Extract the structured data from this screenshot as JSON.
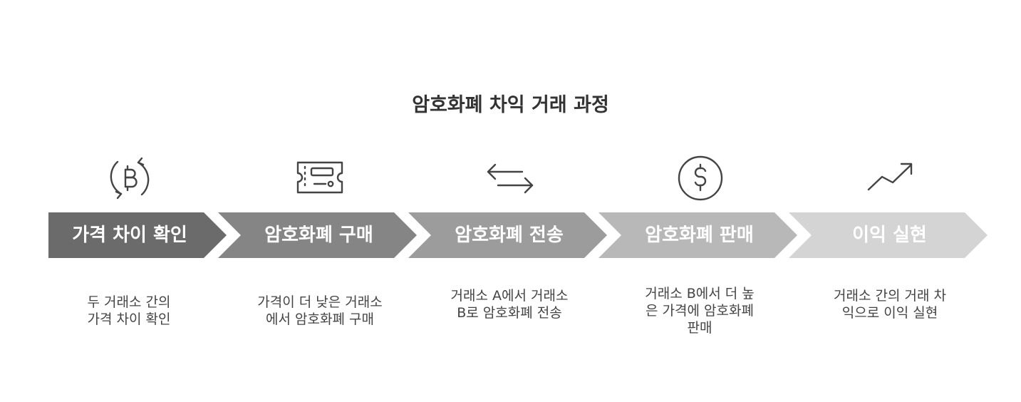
{
  "title": "암호화폐 차익 거래 과정",
  "colors": {
    "step1": "#6b6b6b",
    "step2": "#858585",
    "step3": "#9c9c9c",
    "step4": "#b8b8b8",
    "step5": "#d4d4d4",
    "icon": "#444444"
  },
  "steps": [
    {
      "icon": "bitcoin-refresh-icon",
      "label": "가격 차이 확인",
      "desc": [
        "두 거래소 간의",
        "가격 차이 확인"
      ]
    },
    {
      "icon": "ticket-icon",
      "label": "암호화폐 구매",
      "desc": [
        "가격이 더 낮은 거래소",
        "에서 암호화폐 구매"
      ]
    },
    {
      "icon": "transfer-arrows-icon",
      "label": "암호화폐 전송",
      "desc": [
        "거래소 A에서 거래소",
        "B로 암호화폐 전송"
      ]
    },
    {
      "icon": "dollar-coin-icon",
      "label": "암호화폐 판매",
      "desc": [
        "거래소 B에서 더 높",
        "은 가격에 암호화폐",
        "판매"
      ]
    },
    {
      "icon": "trend-up-icon",
      "label": "이익 실현",
      "desc": [
        "거래소 간의 거래 차",
        "익으로 이익 실현"
      ]
    }
  ]
}
